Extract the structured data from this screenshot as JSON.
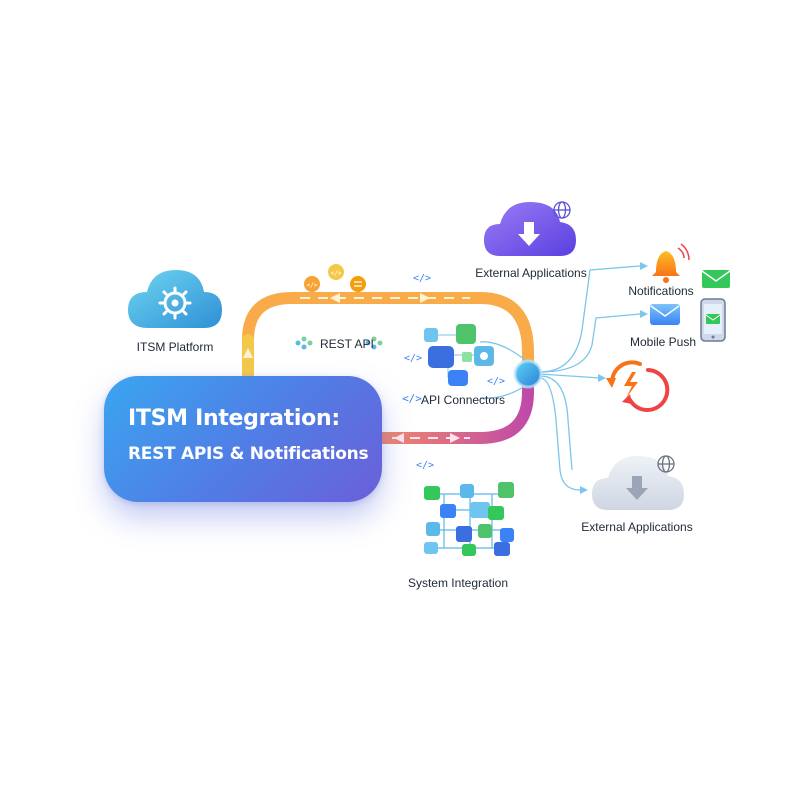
{
  "title": {
    "line1": "ITSM Integration:",
    "line2": "REST APIS & Notifications"
  },
  "nodes": {
    "itsm_platform": "ITSM Platform",
    "rest_api": "REST API",
    "api_connectors": "API Connectors",
    "external_apps_top": "External Applications",
    "notifications": "Notifications",
    "mobile_push": "Mobile Push",
    "external_apps_bottom": "External Applications",
    "system_integration": "System Integration"
  },
  "code_glyph": "</>",
  "colors": {
    "hero_gradient": [
      "#3aa6f0",
      "#4f7fe6",
      "#6b5fd8"
    ],
    "flow_orange": "#f7a234",
    "flow_pink": "#e05a8a",
    "connector_blue": "#5bb8e8",
    "cloud_teal": "#3cb4d8",
    "cloud_purple": "#7a5cf0",
    "notification_orange": "#f59e0b",
    "sync_red": "#ef4444"
  },
  "icons": [
    "cloud-gear-icon",
    "cloud-download-icon",
    "globe-icon",
    "bell-icon",
    "mail-icon",
    "phone-icon",
    "sync-icon",
    "network-grid-icon",
    "code-icon"
  ]
}
